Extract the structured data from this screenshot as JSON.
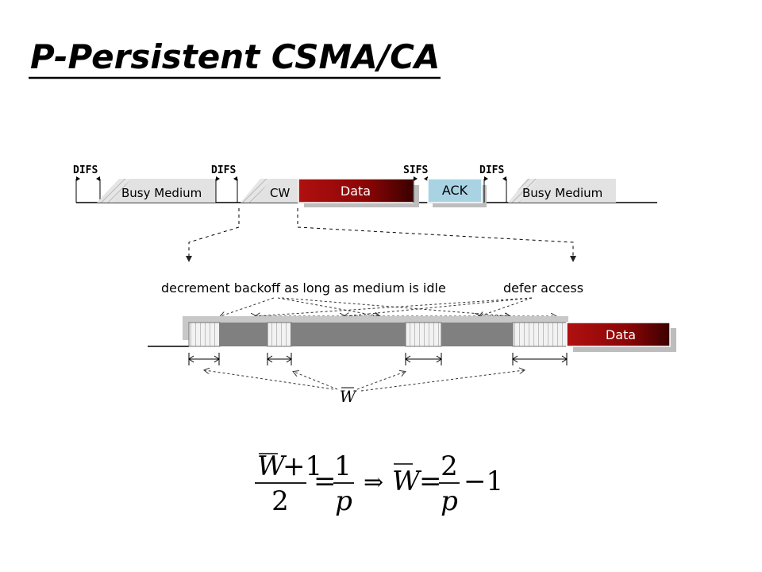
{
  "title": "P-Persistent CSMA/CA",
  "timeline": {
    "difs1": "DIFS",
    "difs2": "DIFS",
    "sifs": "SIFS",
    "difs3": "DIFS",
    "busy1": "Busy Medium",
    "cw": "CW",
    "data": "Data",
    "ack": "ACK",
    "busy2": "Busy Medium"
  },
  "detail": {
    "decrement": "decrement backoff as long as medium is idle",
    "defer": "defer access",
    "data": "Data",
    "w": "W"
  },
  "formula": {
    "lhs_num_var": "W",
    "lhs_num_rest": "+1",
    "lhs_den": "2",
    "eq1": "=",
    "rhs_num": "1",
    "rhs_den": "p",
    "implies": "⇒",
    "var2": "W",
    "eq2": "=",
    "frac2_num": "2",
    "frac2_den": "p",
    "minus_one": "−1"
  },
  "colors": {
    "data_dark": "#6b0000",
    "data_light": "#b01010",
    "ack": "#a9d3e3",
    "gray_block": "#808080",
    "hatch": "#c8c8c8"
  }
}
